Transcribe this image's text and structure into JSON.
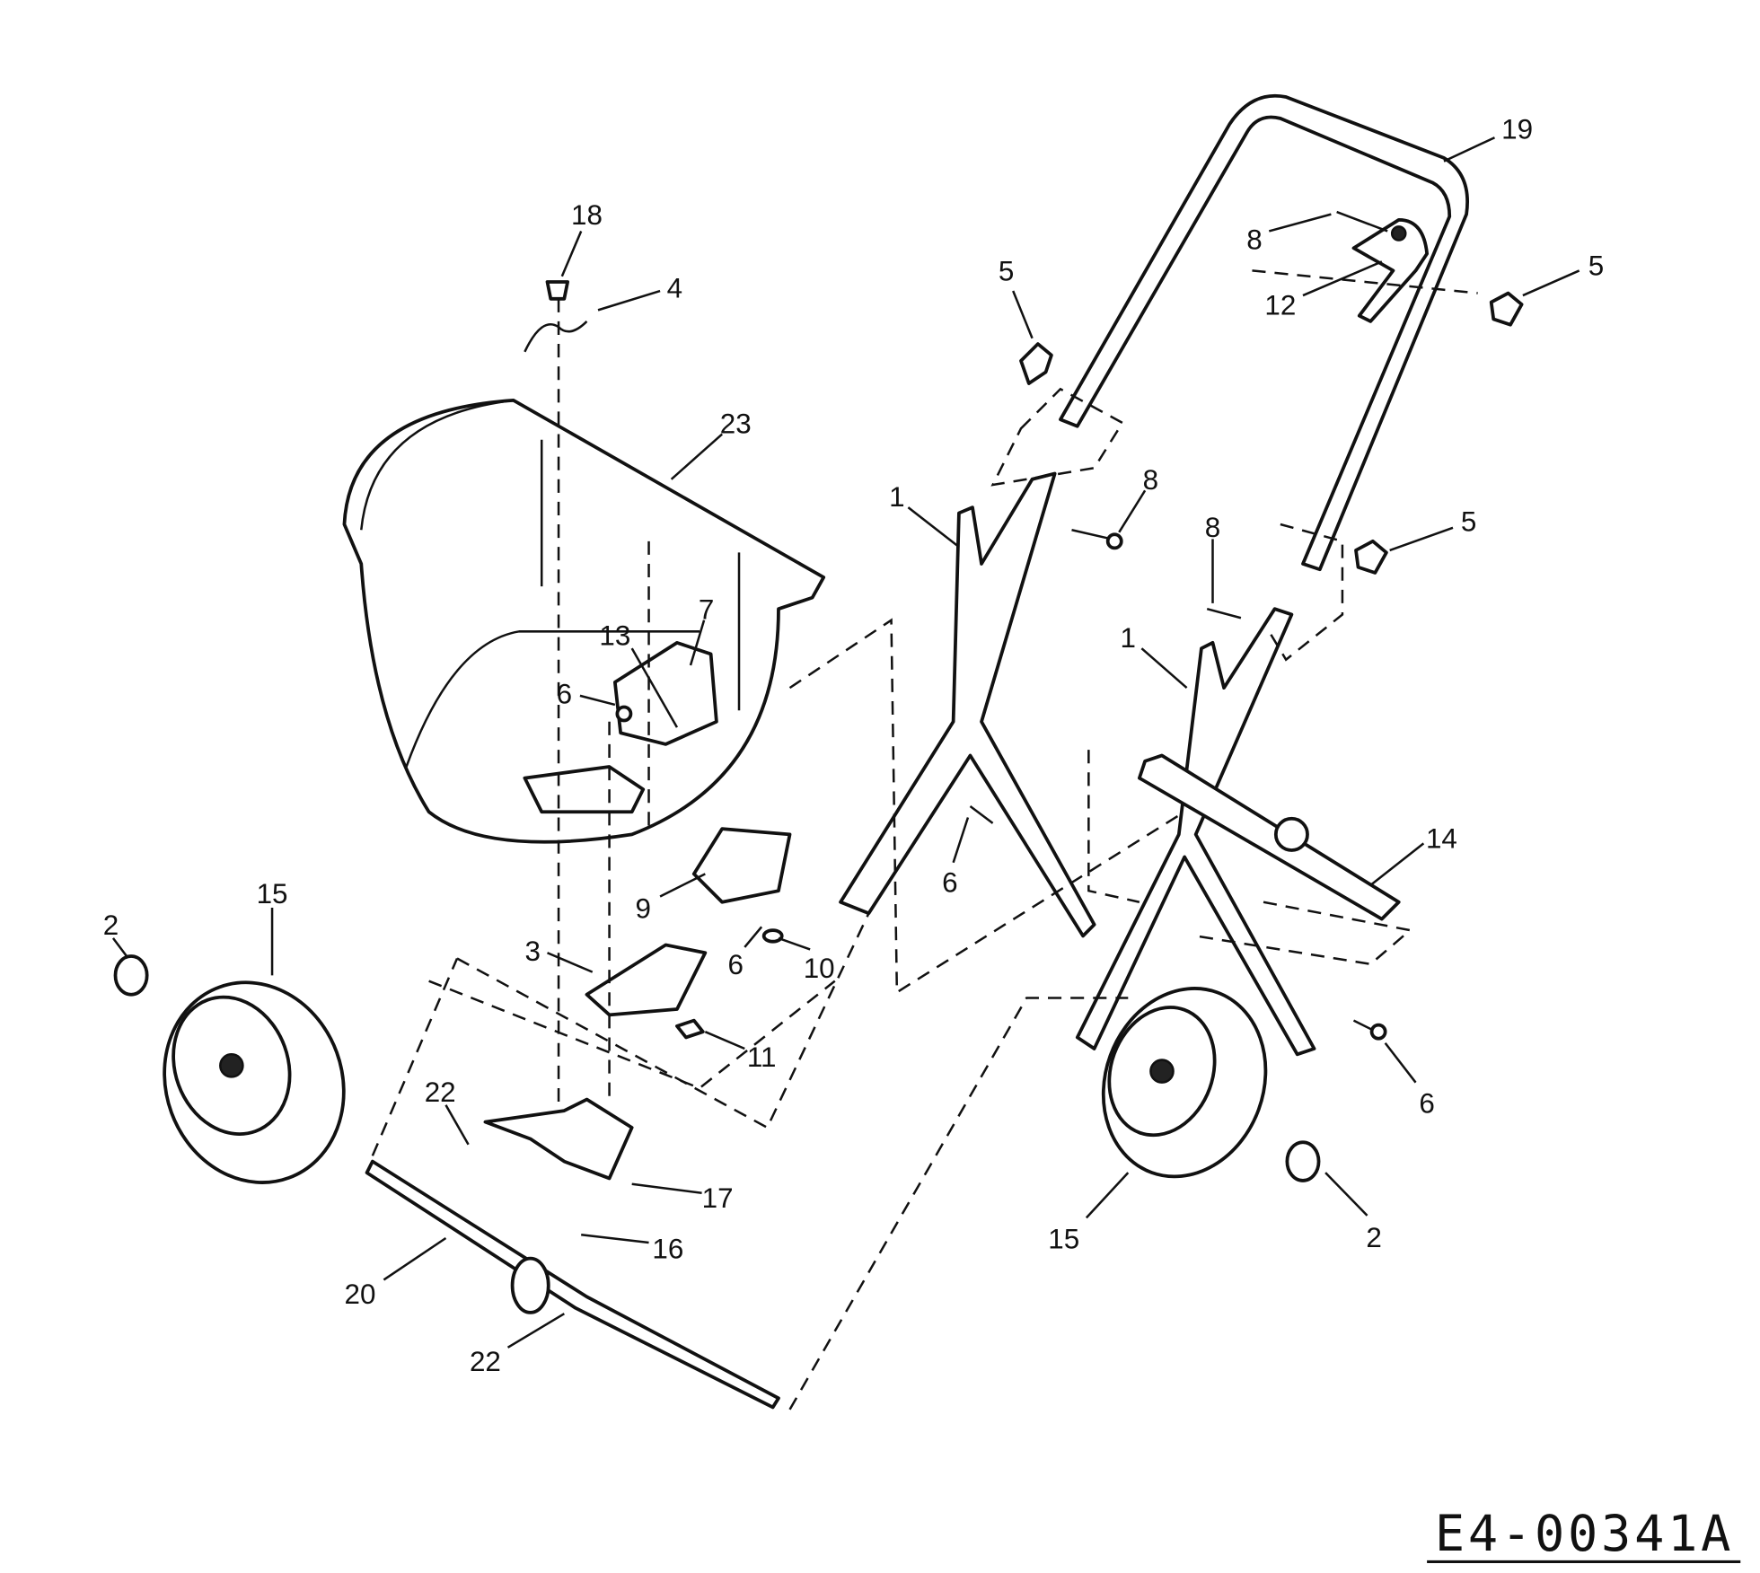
{
  "diagram": {
    "drawing_number": "E4-00341A",
    "labels": [
      "19",
      "8",
      "12",
      "5",
      "5",
      "18",
      "4",
      "23",
      "1",
      "8",
      "8",
      "5",
      "1",
      "13",
      "7",
      "6",
      "14",
      "6",
      "15",
      "2",
      "9",
      "3",
      "6",
      "10",
      "11",
      "6",
      "22",
      "17",
      "16",
      "20",
      "22",
      "15",
      "2"
    ]
  }
}
